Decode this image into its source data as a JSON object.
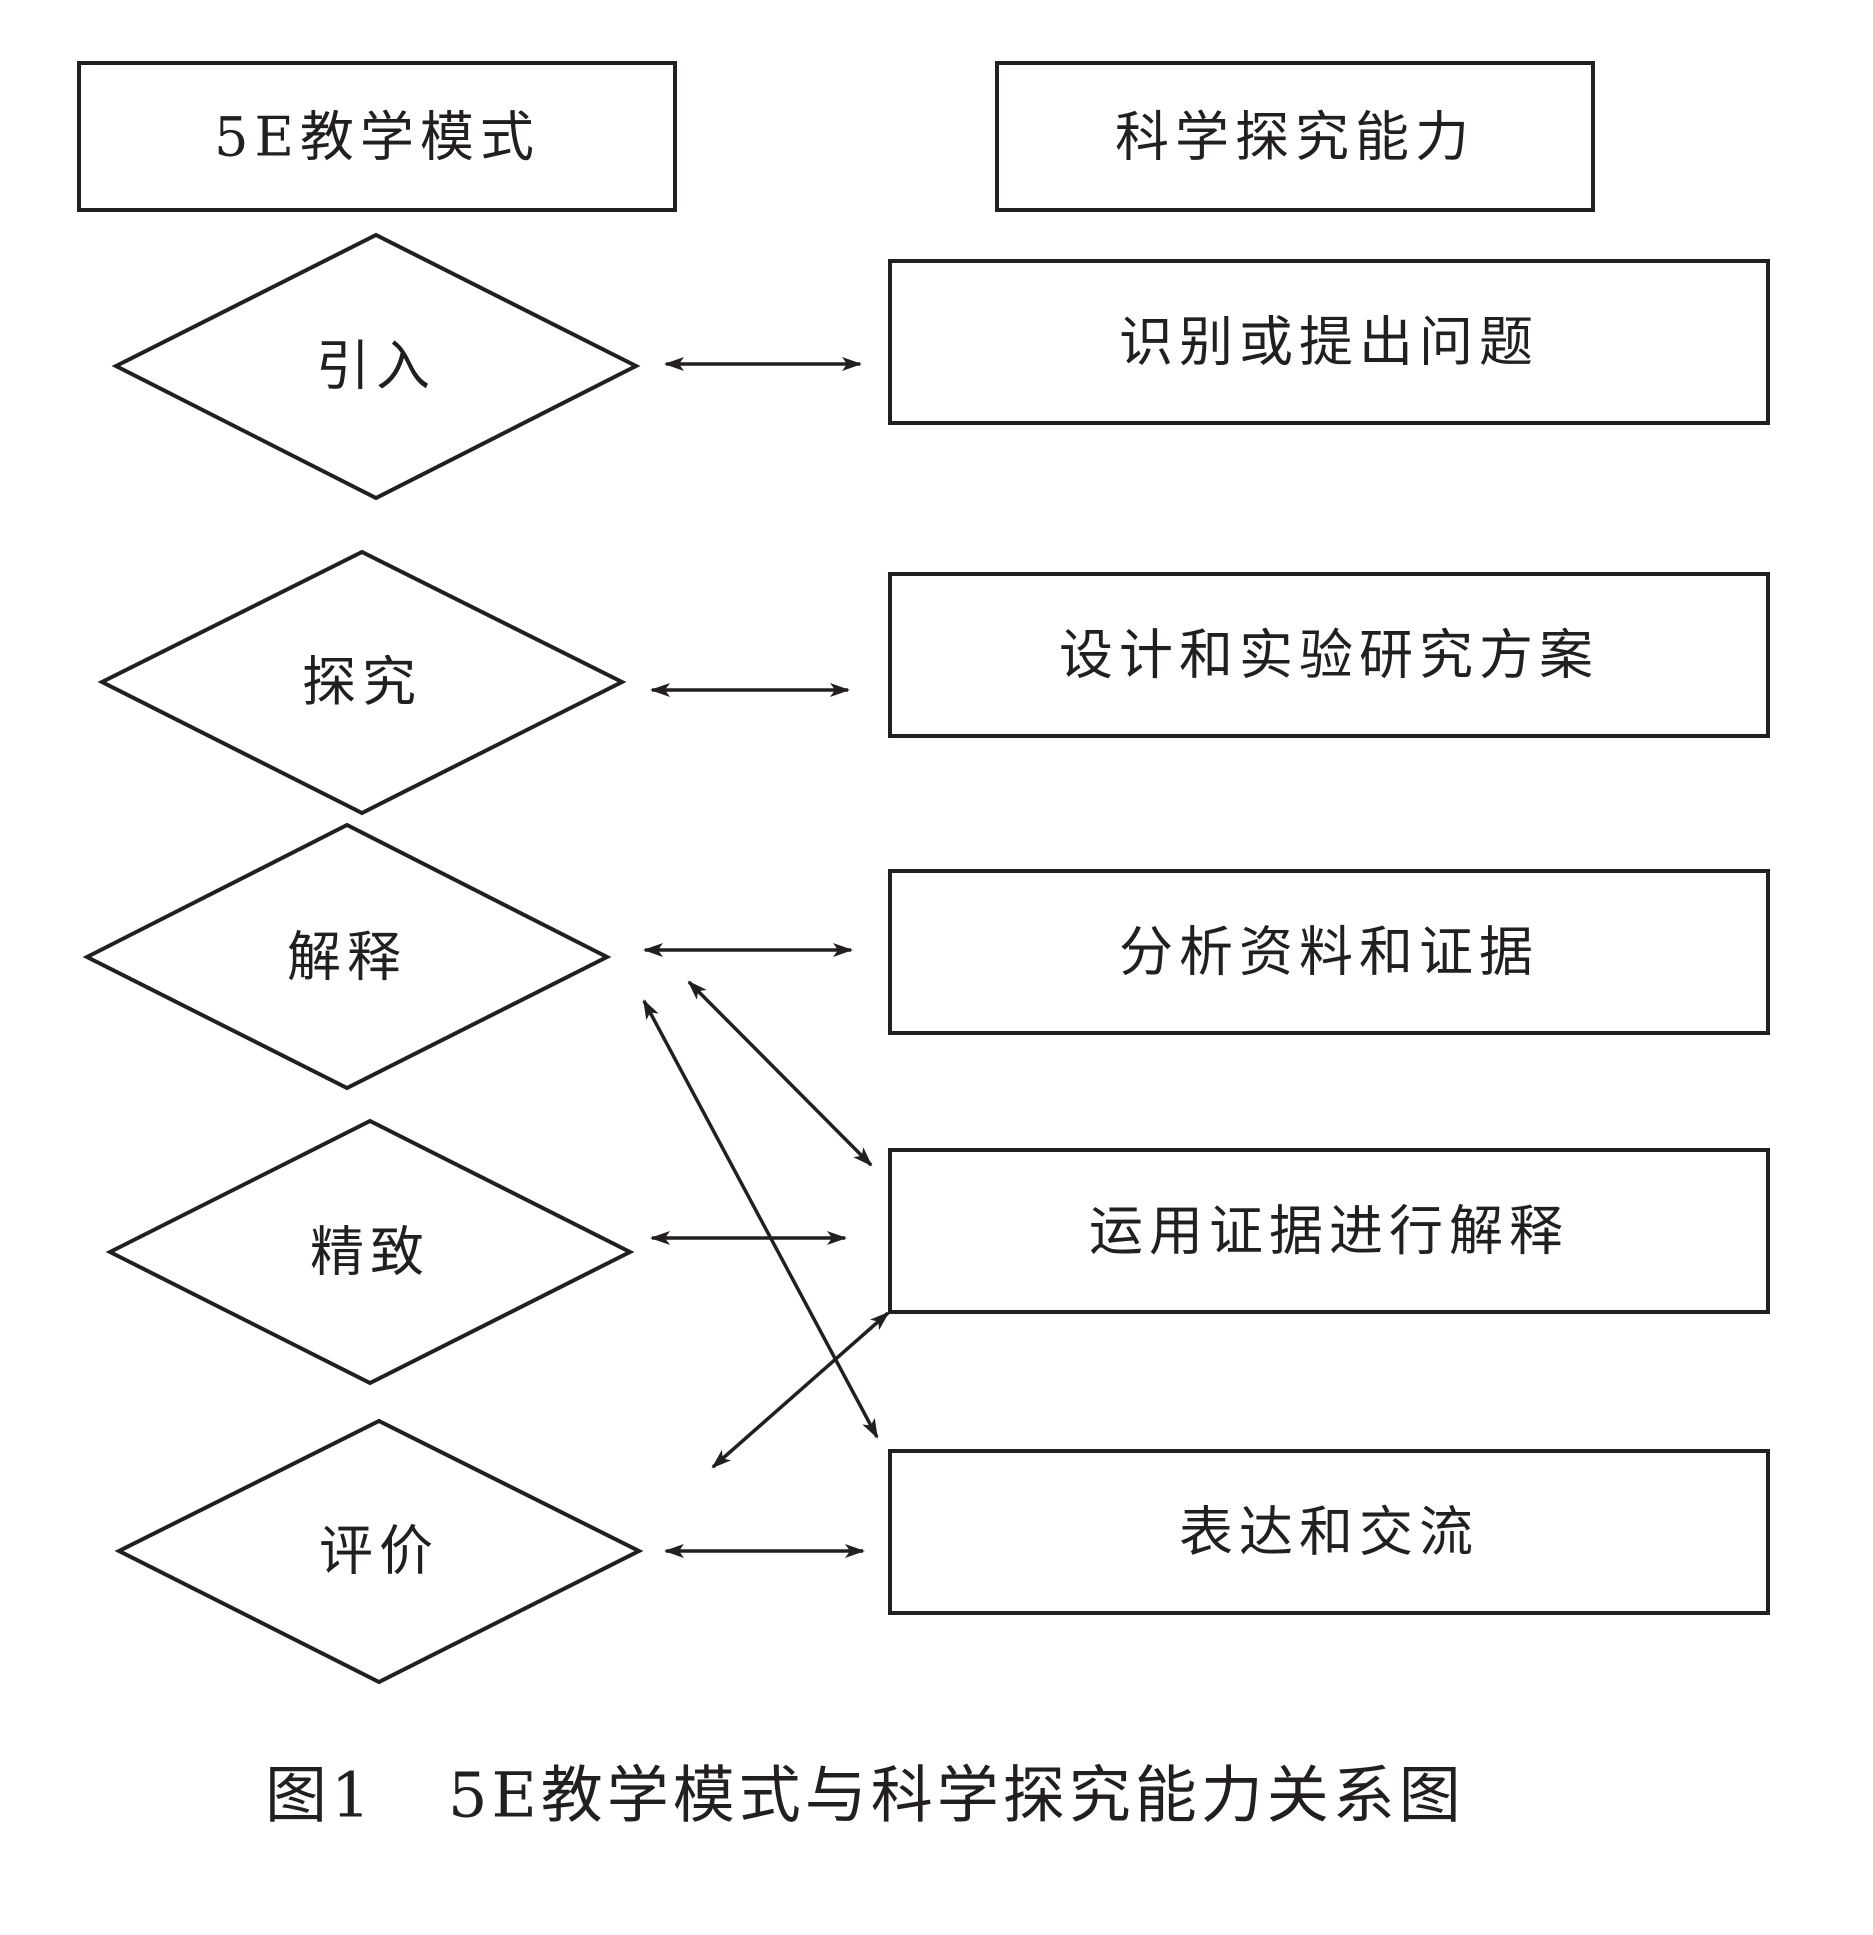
{
  "headers": {
    "left": "5E教学模式",
    "right": "科学探究能力"
  },
  "phases": [
    {
      "id": "engage",
      "label": "引入"
    },
    {
      "id": "explore",
      "label": "探究"
    },
    {
      "id": "explain",
      "label": "解释"
    },
    {
      "id": "elaborate",
      "label": "精致"
    },
    {
      "id": "evaluate",
      "label": "评价"
    }
  ],
  "abilities": [
    {
      "id": "identify",
      "label": "识别或提出问题"
    },
    {
      "id": "design",
      "label": "设计和实验研究方案"
    },
    {
      "id": "analyze",
      "label": "分析资料和证据"
    },
    {
      "id": "use-evidence",
      "label": "运用证据进行解释"
    },
    {
      "id": "communicate",
      "label": "表达和交流"
    }
  ],
  "relations": [
    {
      "from": "engage",
      "to": "identify",
      "type": "bidirectional"
    },
    {
      "from": "explore",
      "to": "design",
      "type": "bidirectional"
    },
    {
      "from": "explain",
      "to": "analyze",
      "type": "bidirectional"
    },
    {
      "from": "explain",
      "to": "use-evidence",
      "type": "bidirectional"
    },
    {
      "from": "explain",
      "to": "communicate",
      "type": "bidirectional"
    },
    {
      "from": "elaborate",
      "to": "use-evidence",
      "type": "bidirectional"
    },
    {
      "from": "evaluate",
      "to": "use-evidence",
      "type": "bidirectional"
    },
    {
      "from": "evaluate",
      "to": "communicate",
      "type": "bidirectional"
    }
  ],
  "caption": {
    "figure_label": "图1",
    "text": "5E教学模式与科学探究能力关系图"
  },
  "colors": {
    "stroke": "#231f20",
    "background": "#ffffff"
  }
}
